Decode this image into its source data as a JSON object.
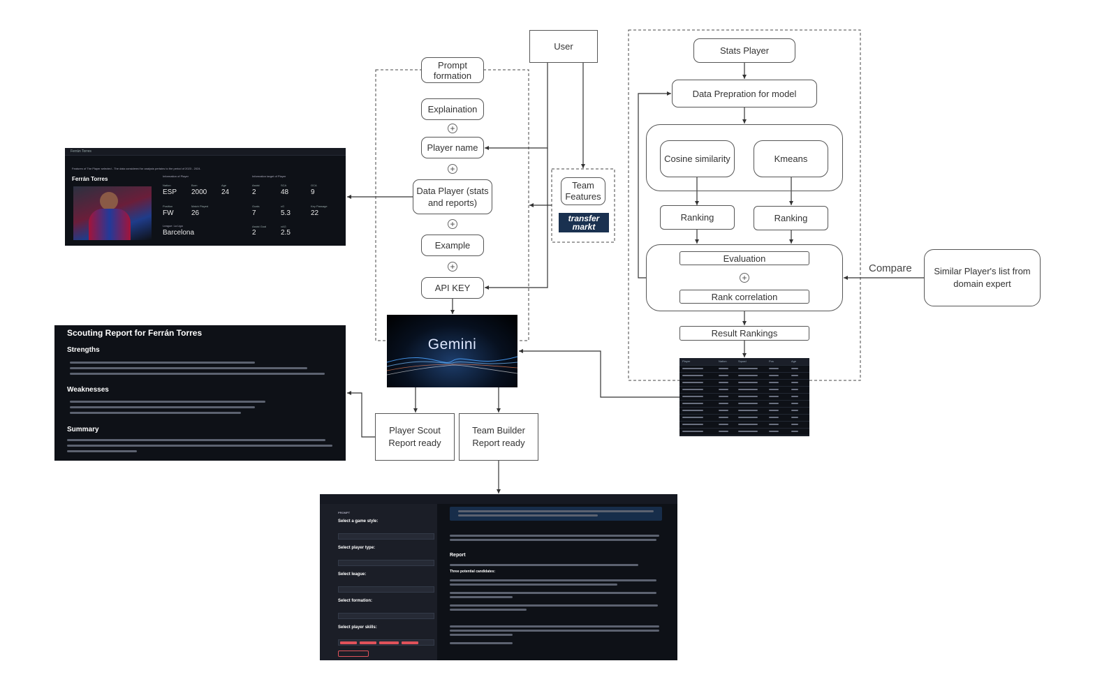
{
  "nodes": {
    "user": "User",
    "prompt_formation": "Prompt\nformation",
    "explaination": "Explaination",
    "player_name": "Player name",
    "data_player": "Data Player (stats\nand reports)",
    "example": "Example",
    "api_key": "API KEY",
    "team_features": "Team\nFeatures",
    "stats_player": "Stats Player",
    "data_prep": "Data Prepration for model",
    "cosine": "Cosine similarity",
    "kmeans": "Kmeans",
    "ranking1": "Ranking",
    "ranking2": "Ranking",
    "evaluation": "Evaluation",
    "rank_corr": "Rank correlation",
    "result_rankings": "Result Rankings",
    "similar_list": "Similar Player's list from\ndomain expert",
    "compare": "Compare",
    "scout_ready": "Player Scout\nReport ready",
    "team_ready": "Team Builder\nReport ready",
    "plus": "+"
  },
  "logos": {
    "gemini": "Gemini",
    "transfermarkt": "transfer\nmarkt"
  },
  "player_card": {
    "tab": "Ferrán Torres",
    "features_line": "Features of The Player selected - The data considered for analysis pertains to the period of 2023 - 2024.",
    "name": "Ferrán Torres",
    "info_player": "Information of Player",
    "info_target": "Information target of Player",
    "league": "League: La Liga",
    "stats": [
      {
        "k": "Nation",
        "v": "ESP"
      },
      {
        "k": "Born",
        "v": "2000"
      },
      {
        "k": "Age",
        "v": "24"
      },
      {
        "k": "Assist",
        "v": "2"
      },
      {
        "k": "SCA",
        "v": "48"
      },
      {
        "k": "GCA",
        "v": "9"
      },
      {
        "k": "Position",
        "v": "FW"
      },
      {
        "k": "Match Played",
        "v": "26"
      },
      {
        "k": "Goals",
        "v": "7"
      },
      {
        "k": "xG",
        "v": "5.3"
      },
      {
        "k": "Key Passage",
        "v": "22"
      },
      {
        "k": "Squad",
        "v": "Barcelona"
      },
      {
        "k": "Assist Goal",
        "v": "2"
      },
      {
        "k": "xAG",
        "v": "2.5"
      }
    ]
  },
  "report": {
    "title": "Scouting Report for Ferrán Torres",
    "strengths": "Strengths",
    "weaknesses": "Weaknesses",
    "summary": "Summary"
  },
  "ranking_table": {
    "headers": [
      "Player",
      "Nation",
      "Squad",
      "Pos",
      "Age"
    ]
  },
  "team_app": {
    "prompt_label": "PROMPT",
    "game_style": "Select a game style:",
    "player_type": "Select player type:",
    "league": "Select league:",
    "formation": "Select formation:",
    "skills": "Select player skills:",
    "report_heading": "Report",
    "candidates_heading": "Three potential candidates:"
  }
}
